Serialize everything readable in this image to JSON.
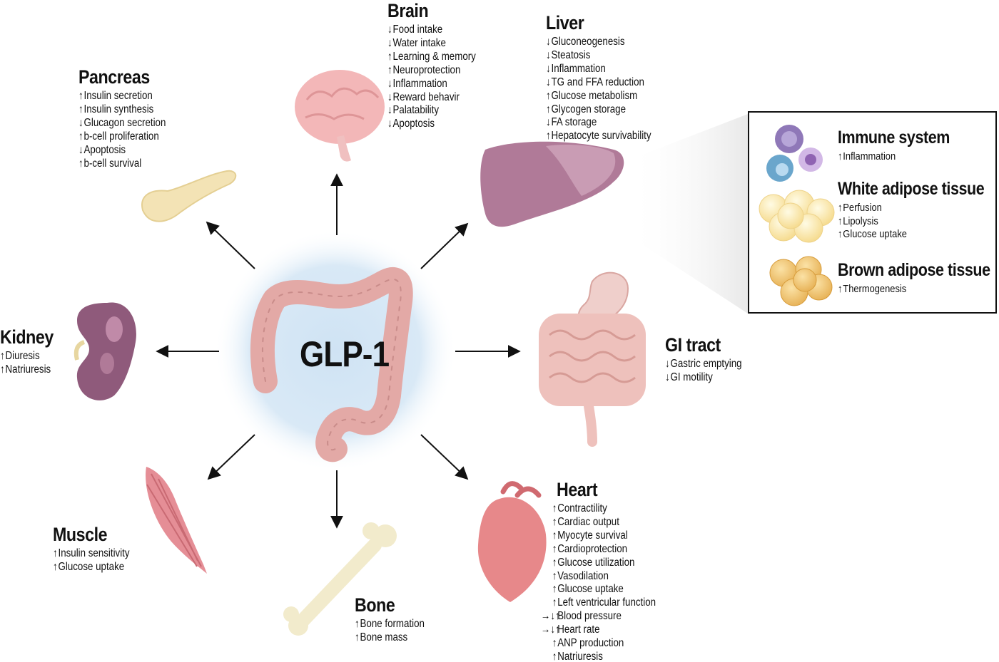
{
  "center": {
    "label": "GLP-1"
  },
  "organs": {
    "brain": {
      "title": "Brain",
      "effects": [
        {
          "dir": "↓",
          "text": "Food intake"
        },
        {
          "dir": "↓",
          "text": "Water intake"
        },
        {
          "dir": "↑",
          "text": "Learning & memory"
        },
        {
          "dir": "↑",
          "text": "Neuroprotection"
        },
        {
          "dir": "↓",
          "text": "Inflammation"
        },
        {
          "dir": "↓",
          "text": "Reward behavir"
        },
        {
          "dir": "↓",
          "text": "Palatability"
        },
        {
          "dir": "↓",
          "text": "Apoptosis"
        }
      ]
    },
    "liver": {
      "title": "Liver",
      "effects": [
        {
          "dir": "↓",
          "text": "Gluconeogenesis"
        },
        {
          "dir": "↓",
          "text": "Steatosis"
        },
        {
          "dir": "↓",
          "text": "Inflammation"
        },
        {
          "dir": "↓",
          "text": "TG and FFA reduction"
        },
        {
          "dir": "↑",
          "text": "Glucose metabolism"
        },
        {
          "dir": "↑",
          "text": "Glycogen storage"
        },
        {
          "dir": "↓",
          "text": "FA storage"
        },
        {
          "dir": "↑",
          "text": "Hepatocyte survivability"
        }
      ]
    },
    "pancreas": {
      "title": "Pancreas",
      "effects": [
        {
          "dir": "↑",
          "text": "Insulin secretion"
        },
        {
          "dir": "↑",
          "text": "Insulin synthesis"
        },
        {
          "dir": "↓",
          "text": "Glucagon secretion"
        },
        {
          "dir": "↑",
          "text": "b-cell proliferation"
        },
        {
          "dir": "↓",
          "text": "Apoptosis"
        },
        {
          "dir": "↑",
          "text": "b-cell survival"
        }
      ]
    },
    "kidney": {
      "title": "Kidney",
      "effects": [
        {
          "dir": "↑",
          "text": "Diuresis"
        },
        {
          "dir": "↑",
          "text": "Natriuresis"
        }
      ]
    },
    "gi": {
      "title": "GI tract",
      "effects": [
        {
          "dir": "↓",
          "text": "Gastric emptying"
        },
        {
          "dir": "↓",
          "text": "GI motility"
        }
      ]
    },
    "muscle": {
      "title": "Muscle",
      "effects": [
        {
          "dir": "↑",
          "text": "Insulin sensitivity"
        },
        {
          "dir": "↑",
          "text": "Glucose uptake"
        }
      ]
    },
    "bone": {
      "title": "Bone",
      "effects": [
        {
          "dir": "↑",
          "text": "Bone formation"
        },
        {
          "dir": "↑",
          "text": "Bone mass"
        }
      ]
    },
    "heart": {
      "title": "Heart",
      "effects": [
        {
          "dir": "↑",
          "text": "Contractility"
        },
        {
          "dir": "↑",
          "text": "Cardiac output"
        },
        {
          "dir": "↑",
          "text": "Myocyte survival"
        },
        {
          "dir": "↑",
          "text": "Cardioprotection"
        },
        {
          "dir": "↑",
          "text": "Glucose utilization"
        },
        {
          "dir": "↑",
          "text": "Vasodilation"
        },
        {
          "dir": "↑",
          "text": "Glucose uptake"
        },
        {
          "dir": "↑",
          "text": "Left ventricular function"
        },
        {
          "dir": "→↓↑",
          "text": "Blood pressure"
        },
        {
          "dir": "→↓↑",
          "text": "Heart rate"
        },
        {
          "dir": "↑",
          "text": "ANP production"
        },
        {
          "dir": "↑",
          "text": "Natriuresis"
        }
      ]
    }
  },
  "inset": {
    "immune": {
      "title": "Immune system",
      "effects": [
        {
          "dir": "↑",
          "text": "Inflammation"
        }
      ]
    },
    "wat": {
      "title": "White adipose tissue",
      "effects": [
        {
          "dir": "↑",
          "text": "Perfusion"
        },
        {
          "dir": "↑",
          "text": "Lipolysis"
        },
        {
          "dir": "↑",
          "text": "Glucose uptake"
        }
      ]
    },
    "bat": {
      "title": "Brown adipose tissue",
      "effects": [
        {
          "dir": "↑",
          "text": "Thermogenesis"
        }
      ]
    }
  },
  "colors": {
    "brain": "#f3b7b8",
    "liver": "#b07a98",
    "pancreas": "#f3e3b5",
    "kidney": "#8f5a7b",
    "colon": "#e3a9a6",
    "gi": "#eec1bc",
    "muscle": "#e58e96",
    "bone": "#f2ebcc",
    "heart": "#e7888a",
    "halo": "#d9e9f6",
    "arrow": "#111111"
  }
}
